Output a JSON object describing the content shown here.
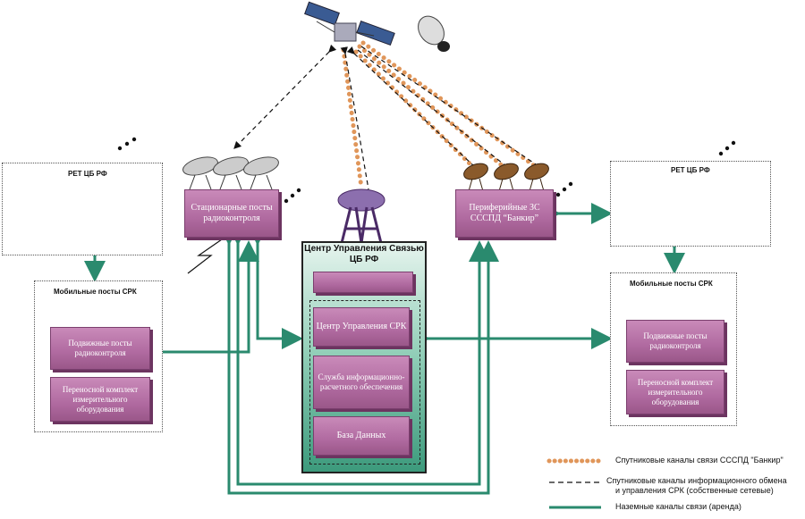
{
  "boxes": {
    "ret_left_title": "РЕТ ЦБ РФ",
    "ret_right_title": "РЕТ ЦБ РФ",
    "mobile_left_title": "Мобильные посты СРК",
    "mobile_right_title": "Мобильные посты СРК"
  },
  "buttons": {
    "stationary": "Стационарные посты радиоконтроля",
    "peripheral": "Периферийные ЗС СССПД “Банкир”",
    "mobile_left_1": "Подвижные посты радиоконтроля",
    "mobile_left_2": "Переносной комплект измерительного оборудования",
    "mobile_right_1": "Подвижные посты радиоконтроля",
    "mobile_right_2": "Переносной комплект измерительного оборудования",
    "center_blank": "",
    "center_1": "Центр Управления СРК",
    "center_2": "Служба информационно-расчетного обеспечения",
    "center_3": "База Данных"
  },
  "center": {
    "title": "Центр Управления Связью ЦБ РФ"
  },
  "legend": {
    "satellite": "Спутниковые каналы  связи СССПД \"Банкир\"",
    "info_line1": "Спутниковые каналы информационного обмена",
    "info_line2": "и управления СРК (собственные сетевые)",
    "ground": "Наземные каналы  связи (аренда)"
  },
  "colors": {
    "ground_line": "#2a8a6e",
    "satellite_dots": "#e0965a",
    "button": "#b06aa0"
  }
}
